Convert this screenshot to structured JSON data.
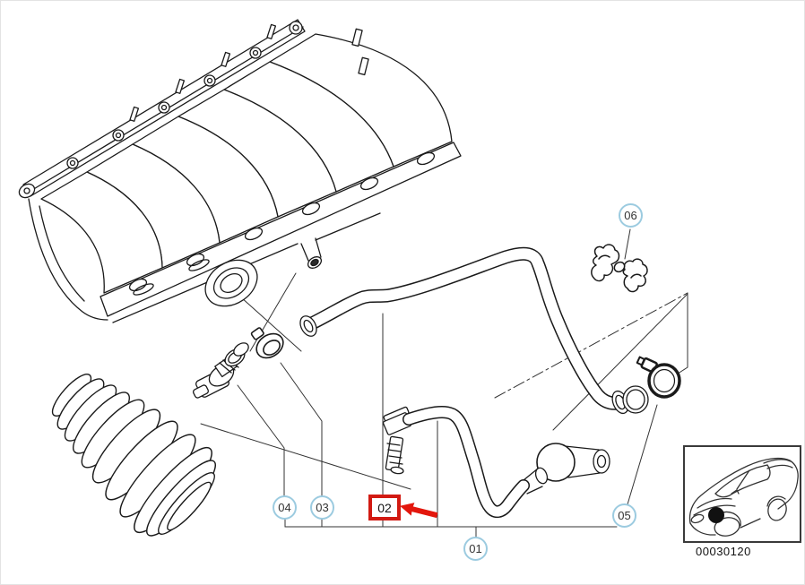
{
  "diagram": {
    "callouts": {
      "c01": "01",
      "c02": "02",
      "c03": "03",
      "c04": "04",
      "c05": "05",
      "c06": "06"
    },
    "highlight": {
      "label": "02"
    },
    "reference_code": "00030120",
    "colors": {
      "callout_ring": "#9ccbe0",
      "highlight_red": "#d21a12",
      "arrow_red": "#e3170d",
      "line_art": "#1a1a1a",
      "leader_line": "#333333"
    }
  }
}
